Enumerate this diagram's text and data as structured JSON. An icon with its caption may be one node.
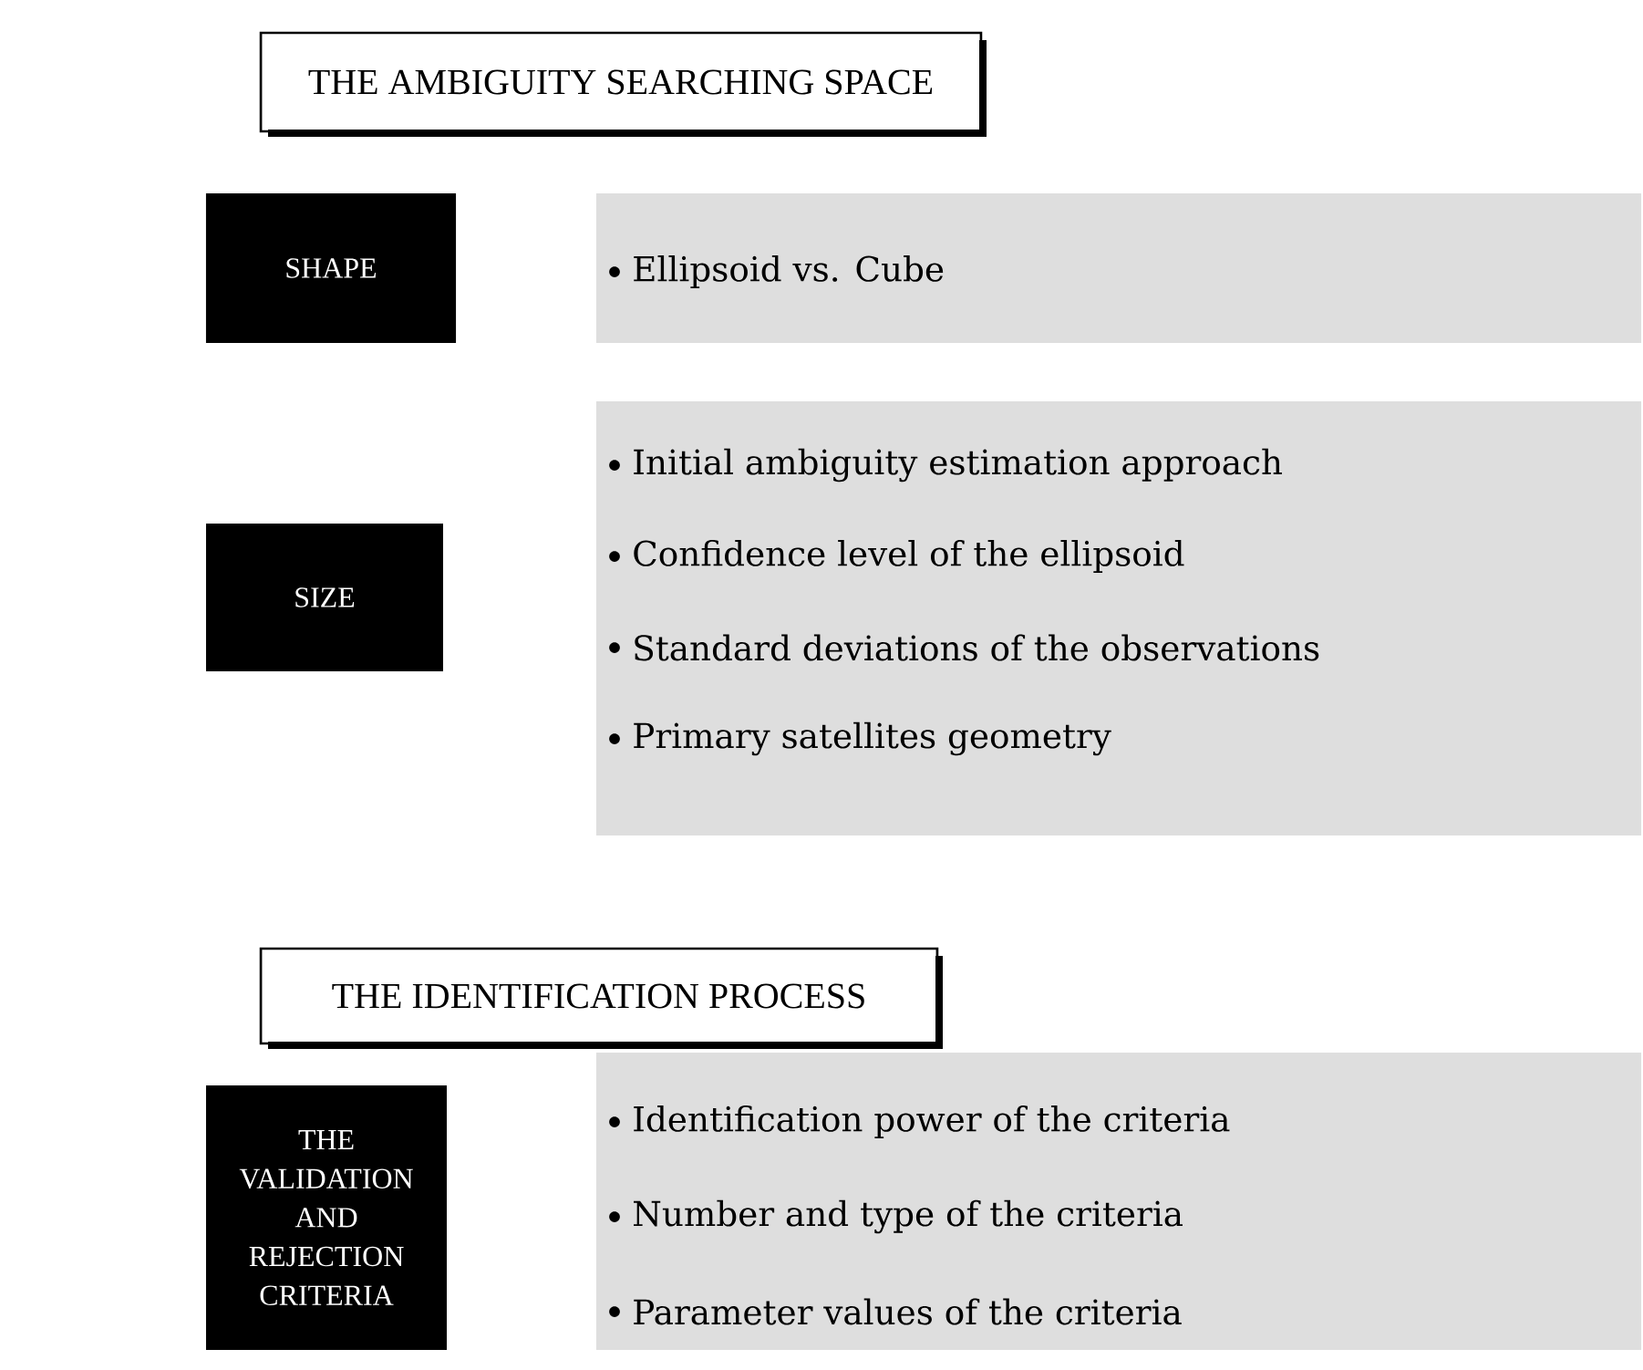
{
  "diagram": {
    "nodes": [
      {
        "text": [
          "THE AMBIGUITY SEARCHING SPACE"
        ]
      },
      {
        "text": [
          "SHAPE"
        ]
      },
      {
        "text": [
          "Ellipsoid vs. Cube"
        ]
      },
      {
        "text": [
          "SIZE"
        ]
      },
      {
        "text": [
          "Initial ambiguity estimation approach",
          "Confidence level of the ellipsoid",
          "Standard deviations of the observations",
          "Primary satellites geometry"
        ]
      },
      {
        "text": [
          "THE IDENTIFICATION PROCESS"
        ]
      },
      {
        "text": [
          "THE VALIDATION AND REJECTION CRITERIA"
        ]
      },
      {
        "text": [
          "Identification power of the criteria",
          "Number and type of the criteria",
          "Parameter values of the criteria"
        ]
      }
    ]
  }
}
